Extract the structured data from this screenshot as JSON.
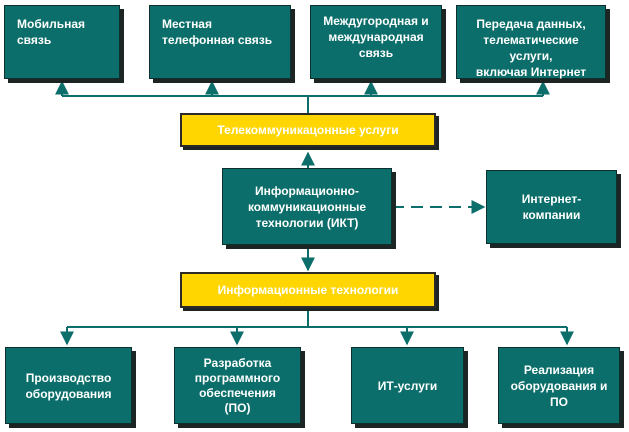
{
  "top_boxes": [
    {
      "label": "Мобильная\nсвязь"
    },
    {
      "label": "Местная\nтелефонная связь"
    },
    {
      "label": "Междугородная и\nмеждународная\nсвязь"
    },
    {
      "label": "Передача данных,\nтелематические услуги,\nвключая Интернет"
    }
  ],
  "telecom_services": "Телекоммуникацонные услуги",
  "ict": "Информационно-\nкоммуникационные\nтехнологии (ИКТ)",
  "internet_companies": "Интернет-компании",
  "info_tech": "Информационные технологии",
  "bottom_boxes": [
    {
      "label": "Производство\nоборудования"
    },
    {
      "label": "Разработка\nпрограммного\nобеспечения\n(ПО)"
    },
    {
      "label": "ИТ-услуги"
    },
    {
      "label": "Реализация\nоборудования и\nПО"
    }
  ],
  "colors": {
    "box_fill": "#0b6e6a",
    "highlight_fill": "#ffd600",
    "connector": "#0b6e6a"
  }
}
